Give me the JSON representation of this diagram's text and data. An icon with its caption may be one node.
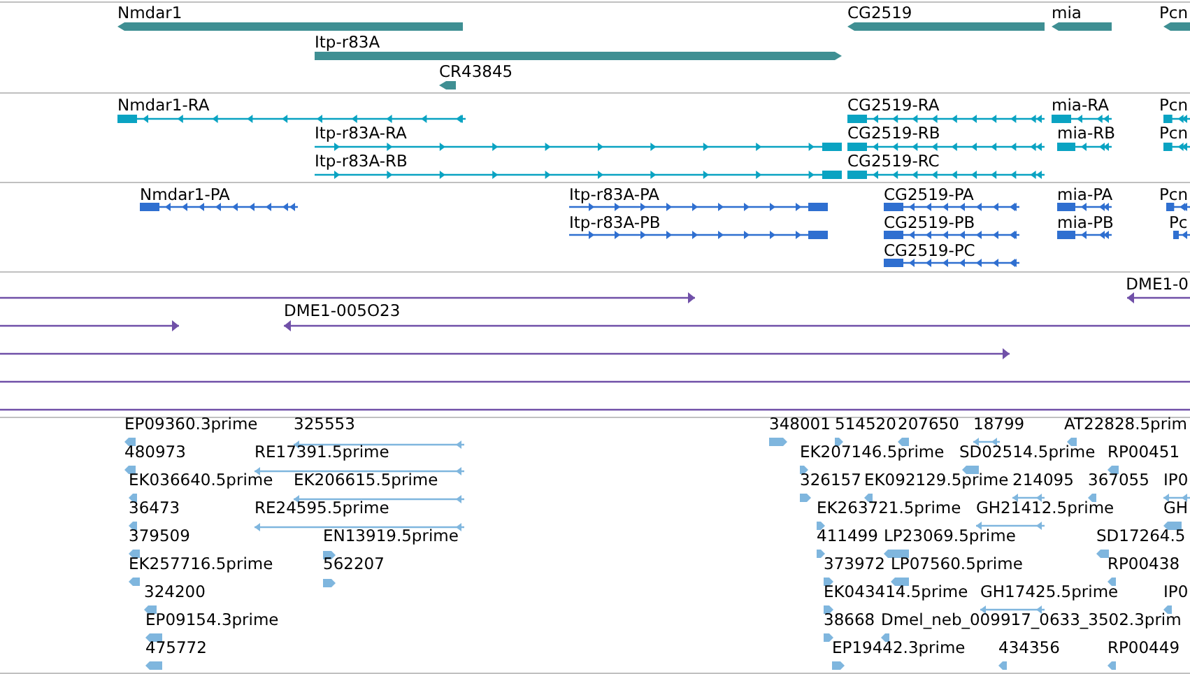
{
  "diagram": {
    "labels": [
      "Nmdar1",
      "Itp-r83A",
      "CR43845",
      "CG2519",
      "mia",
      "Pcn",
      "Nmdar1-RA",
      "CG2519-RA",
      "mia-RA",
      "Pcn",
      "Itp-r83A-RA",
      "CG2519-RB",
      "mia-RB",
      "Pcn",
      "Itp-r83A-RB",
      "CG2519-RC",
      "Nmdar1-PA",
      "Itp-r83A-PA",
      "CG2519-PA",
      "mia-PA",
      "Pcn",
      "Itp-r83A-PB",
      "CG2519-PB",
      "mia-PB",
      "Pc",
      "CG2519-PC",
      "DME1-0",
      "DME1-005O23",
      "EP09360.3prime",
      "325553",
      "348001",
      "514520",
      "207650",
      "18799",
      "AT22828.5prim",
      "480973",
      "RE17391.5prime",
      "EK207146.5prime",
      "SD02514.5prime",
      "RP00451",
      "EK036640.5prime",
      "EK206615.5prime",
      "326157",
      "EK092129.5prime",
      "214095",
      "367055",
      "IP0",
      "36473",
      "RE24595.5prime",
      "EK263721.5prime",
      "GH21412.5prime",
      "GH",
      "379509",
      "EN13919.5prime",
      "411499",
      "LP23069.5prime",
      "SD17264.5",
      "EK257716.5prime",
      "562207",
      "373972",
      "LP07560.5prime",
      "RP00438",
      "324200",
      "EK043414.5prime",
      "GH17425.5prime",
      "IP0",
      "EP09154.3prime",
      "38668",
      "Dmel_neb_009917_0633_3502.3prim",
      "475772",
      "EP19442.3prime",
      "434356",
      "RP00449"
    ]
  }
}
